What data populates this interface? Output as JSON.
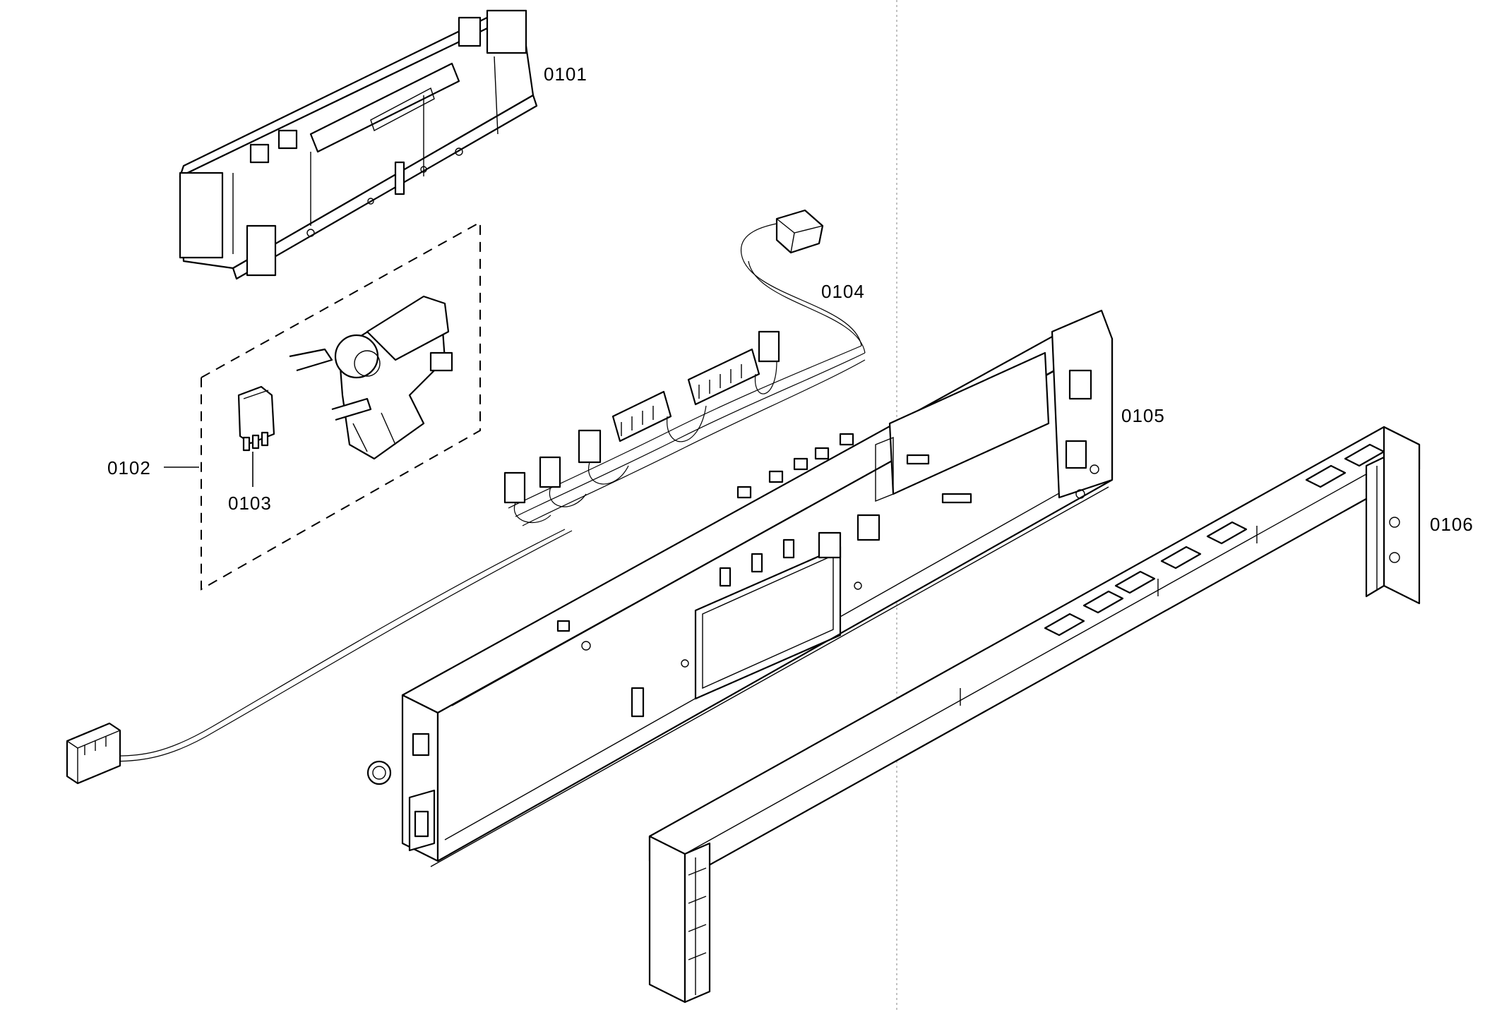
{
  "diagram": {
    "callouts": [
      {
        "id": "0101",
        "label": "0101"
      },
      {
        "id": "0102",
        "label": "0102"
      },
      {
        "id": "0103",
        "label": "0103"
      },
      {
        "id": "0104",
        "label": "0104"
      },
      {
        "id": "0105",
        "label": "0105"
      },
      {
        "id": "0106",
        "label": "0106"
      }
    ]
  }
}
